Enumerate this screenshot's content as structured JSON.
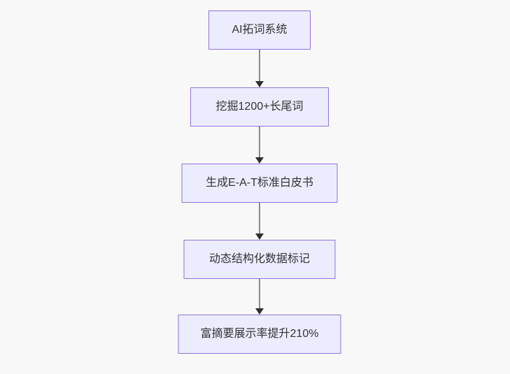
{
  "flowchart": {
    "type": "flowchart",
    "direction": "top-down",
    "nodes": [
      {
        "label": "AI拓词系统"
      },
      {
        "label": "挖掘1200+长尾词"
      },
      {
        "label": "生成E-A-T标准白皮书"
      },
      {
        "label": "动态结构化数据标记"
      },
      {
        "label": "富摘要展示率提升210%"
      }
    ],
    "edges": [
      {
        "from": 0,
        "to": 1
      },
      {
        "from": 1,
        "to": 2
      },
      {
        "from": 2,
        "to": 3
      },
      {
        "from": 3,
        "to": 4
      }
    ],
    "colors": {
      "background": "#F8F8F8",
      "node_fill": "#ECECFF",
      "node_border": "#9370DB",
      "node_text": "#333333",
      "arrow_line": "#8A8A8A",
      "arrow_head": "#2F2F2F"
    }
  }
}
